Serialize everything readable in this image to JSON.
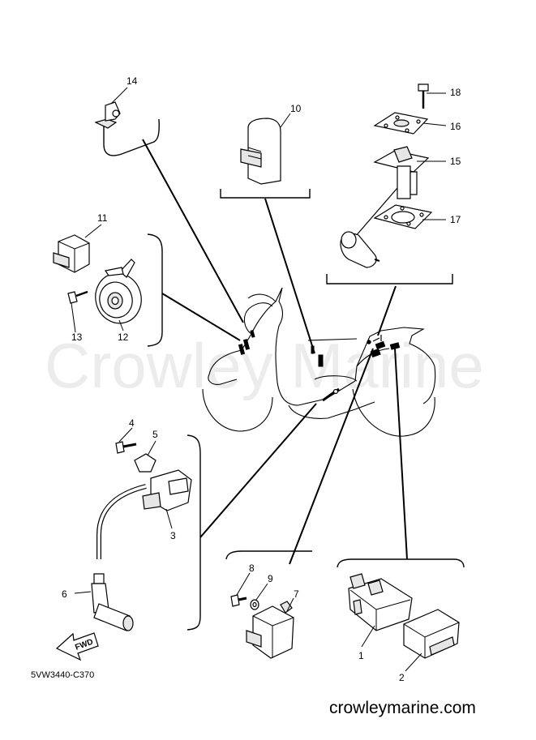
{
  "watermark": "Crowley Marine",
  "diagram_code": "5VW3440-C370",
  "footer_url": "crowleymarine.com",
  "direction_label": "FWD",
  "callouts": {
    "c1": "1",
    "c2": "2",
    "c3": "3",
    "c4": "4",
    "c5": "5",
    "c6": "6",
    "c7": "7",
    "c8": "8",
    "c9": "9",
    "c10": "10",
    "c11": "11",
    "c12": "12",
    "c13": "13",
    "c14": "14",
    "c15": "15",
    "c16": "16",
    "c17": "17",
    "c18": "18"
  }
}
